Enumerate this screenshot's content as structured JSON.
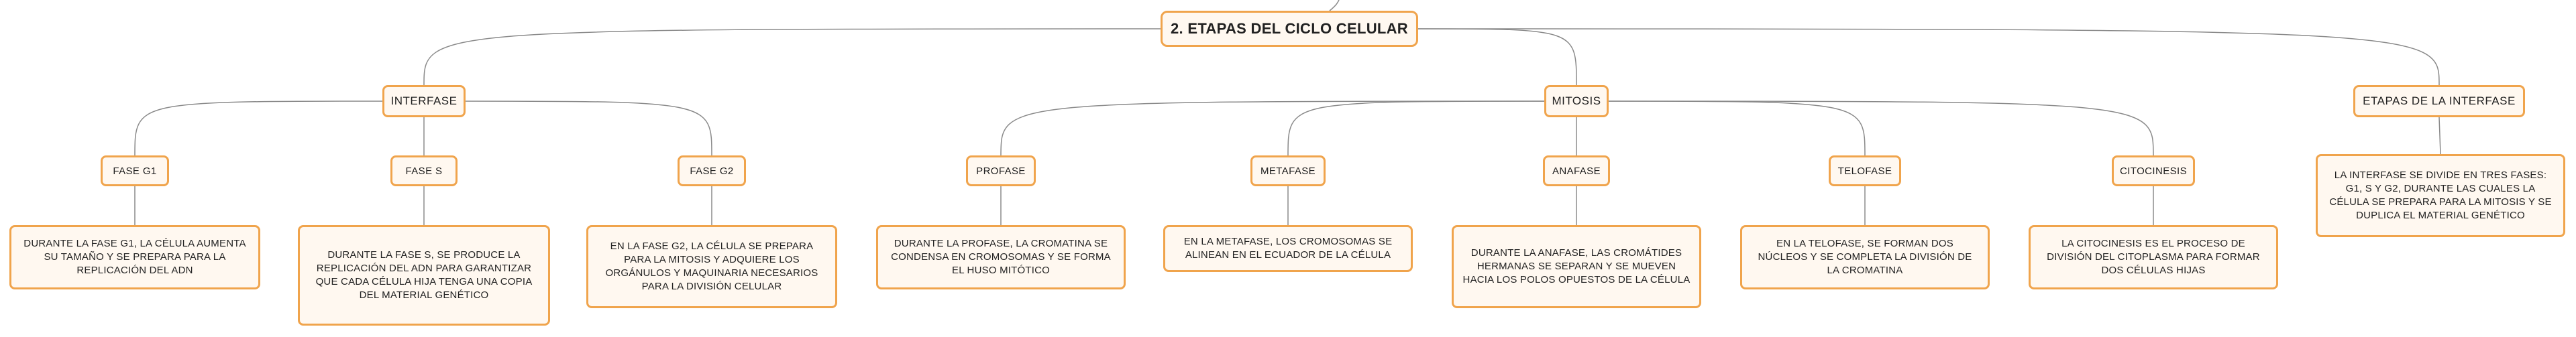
{
  "diagram": {
    "root": "2. ETAPAS DEL CICLO CELULAR",
    "branches": {
      "interfase": {
        "label": "INTERFASE",
        "phases": {
          "g1": {
            "label": "FASE G1",
            "description": "DURANTE LA FASE G1, LA CÉLULA AUMENTA SU TAMAÑO Y SE PREPARA PARA LA REPLICACIÓN DEL ADN"
          },
          "s": {
            "label": "FASE S",
            "description": "DURANTE LA FASE S, SE PRODUCE LA REPLICACIÓN DEL ADN PARA GARANTIZAR QUE CADA CÉLULA HIJA TENGA UNA COPIA DEL MATERIAL GENÉTICO"
          },
          "g2": {
            "label": "FASE G2",
            "description": "EN LA FASE G2, LA CÉLULA SE PREPARA PARA LA MITOSIS Y ADQUIERE LOS ORGÁNULOS Y MAQUINARIA NECESARIOS PARA LA DIVISIÓN CELULAR"
          }
        }
      },
      "mitosis": {
        "label": "MITOSIS",
        "phases": {
          "profase": {
            "label": "PROFASE",
            "description": "DURANTE LA PROFASE, LA CROMATINA SE CONDENSA EN CROMOSOMAS Y SE FORMA EL HUSO MITÓTICO"
          },
          "metafase": {
            "label": "METAFASE",
            "description": "EN LA METAFASE, LOS CROMOSOMAS SE ALINEAN EN EL ECUADOR DE LA CÉLULA"
          },
          "anafase": {
            "label": "ANAFASE",
            "description": "DURANTE LA ANAFASE, LAS CROMÁTIDES HERMANAS SE SEPARAN Y SE MUEVEN HACIA LOS POLOS OPUESTOS DE LA CÉLULA"
          },
          "telofase": {
            "label": "TELOFASE",
            "description": "EN LA TELOFASE, SE FORMAN DOS NÚCLEOS Y SE COMPLETA LA DIVISIÓN DE LA CROMATINA"
          },
          "citocinesis": {
            "label": "CITOCINESIS",
            "description": "LA CITOCINESIS ES EL PROCESO DE DIVISIÓN DEL CITOPLASMA PARA FORMAR DOS CÉLULAS HIJAS"
          }
        }
      },
      "etapas": {
        "label": "ETAPAS DE LA INTERFASE",
        "description": "LA INTERFASE SE DIVIDE EN TRES FASES: G1, S Y G2, DURANTE LAS CUALES LA CÉLULA SE PREPARA PARA LA MITOSIS Y SE DUPLICA EL MATERIAL GENÉTICO"
      }
    }
  }
}
